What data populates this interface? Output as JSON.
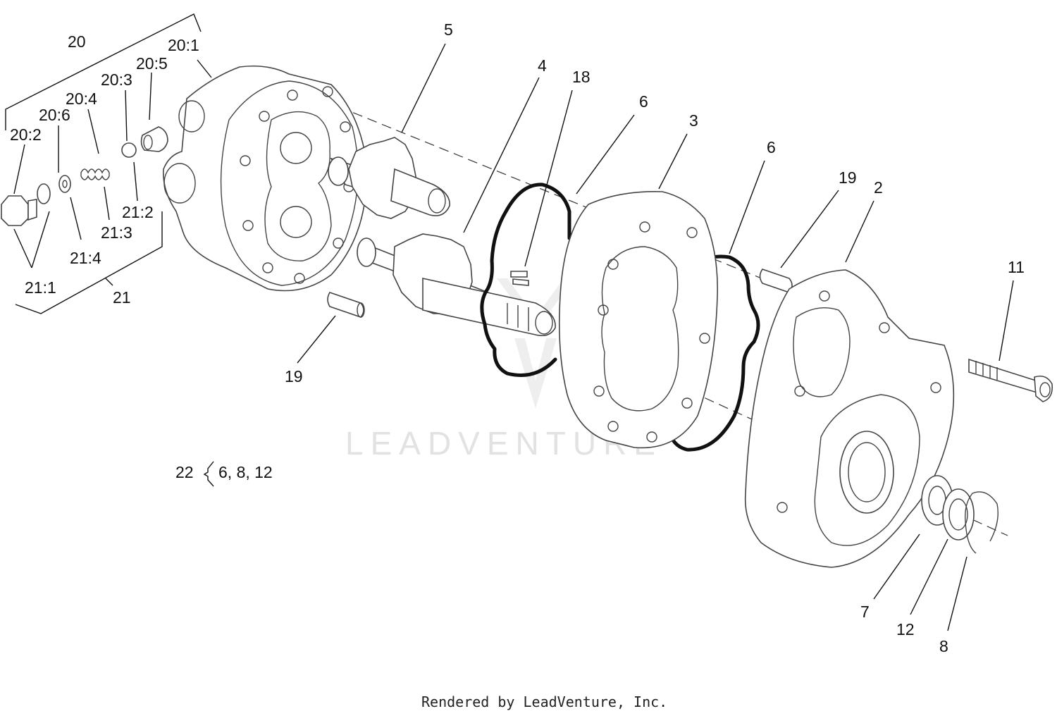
{
  "watermark": "LEADVENTURE",
  "credit": "Rendered by LeadVenture, Inc.",
  "kit": {
    "number": "22",
    "contents": "6, 8, 12"
  },
  "callouts": {
    "c20": "20",
    "c20_1": "20:1",
    "c20_5": "20:5",
    "c20_3": "20:3",
    "c20_4": "20:4",
    "c20_6": "20:6",
    "c20_2": "20:2",
    "c21_2": "21:2",
    "c21_3": "21:3",
    "c21_4": "21:4",
    "c21_1": "21:1",
    "c21": "21",
    "c5": "5",
    "c4": "4",
    "c18": "18",
    "c6a": "6",
    "c3": "3",
    "c6b": "6",
    "c19a": "19",
    "c2": "2",
    "c11": "11",
    "c19b": "19",
    "c7": "7",
    "c12": "12",
    "c8": "8"
  }
}
